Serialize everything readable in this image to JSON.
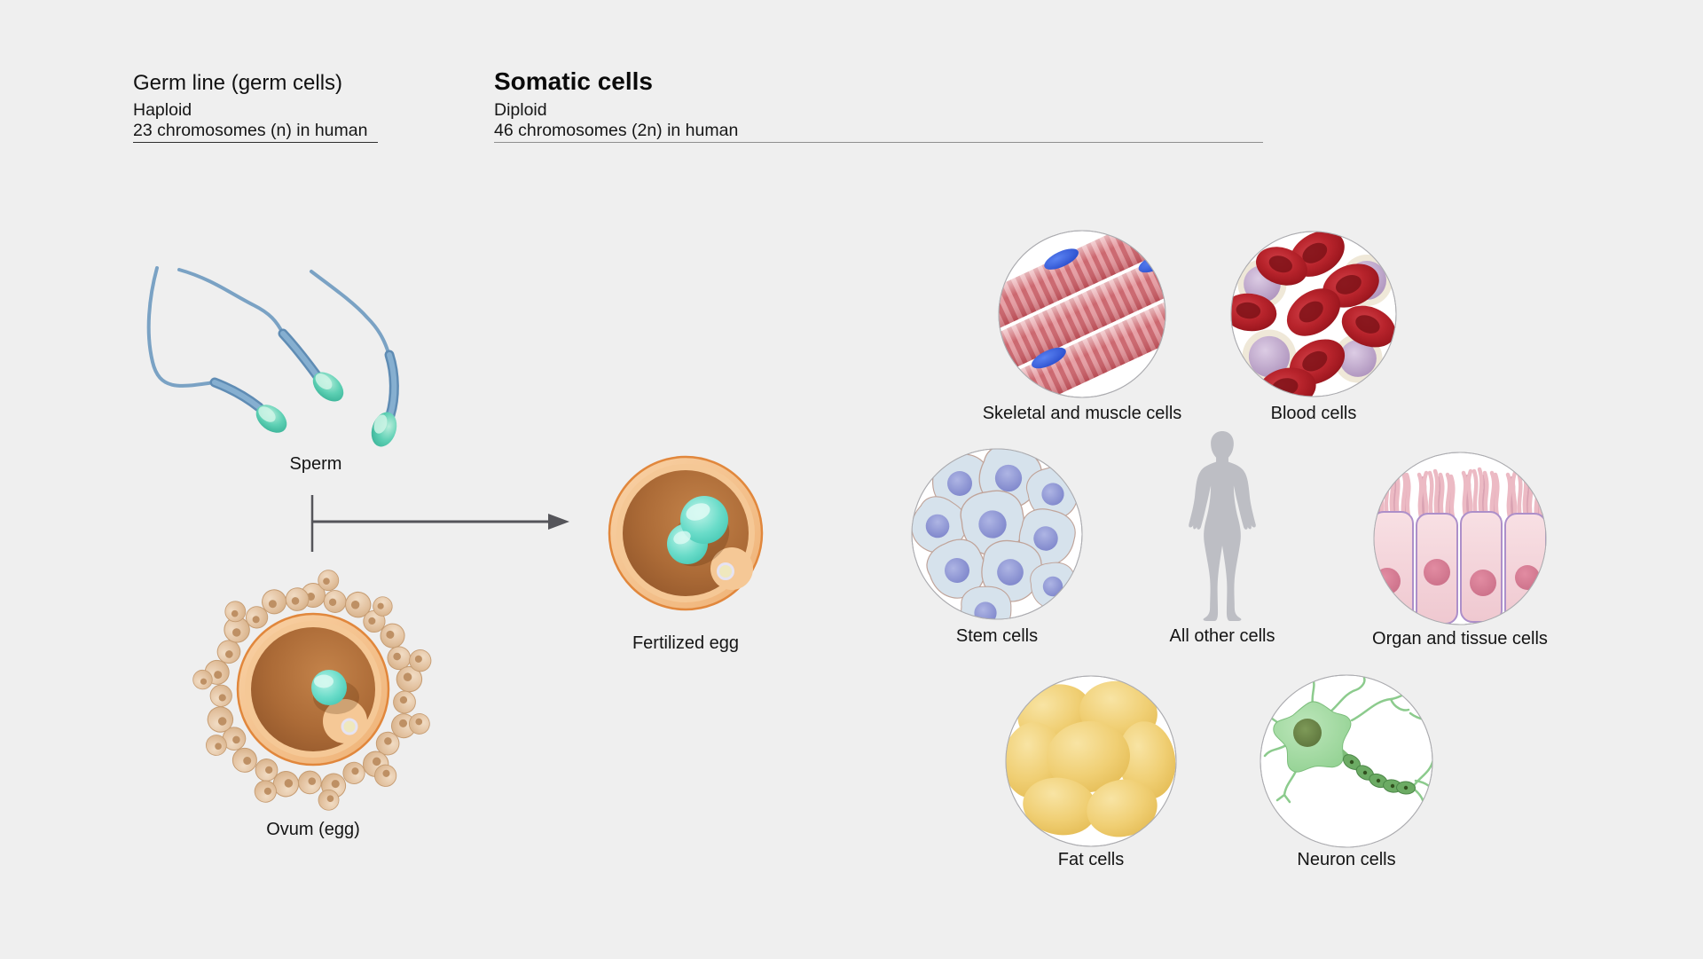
{
  "page": {
    "background": "#efefef"
  },
  "germ_line": {
    "title": "Germ line (germ cells)",
    "line1": "Haploid",
    "line2": "23 chromosomes (n) in human"
  },
  "somatic": {
    "title": "Somatic cells",
    "line1": "Diploid",
    "line2": "46 chromosomes (2n) in human"
  },
  "germ_items": {
    "sperm": "Sperm",
    "ovum": "Ovum (egg)"
  },
  "fertilized_egg_label": "Fertilized egg",
  "somatic_cells": [
    {
      "label": "Skeletal and muscle cells"
    },
    {
      "label": "Blood cells"
    },
    {
      "label": "Stem cells"
    },
    {
      "label": "All other cells"
    },
    {
      "label": "Organ and tissue cells"
    },
    {
      "label": "Fat cells"
    },
    {
      "label": "Neuron cells"
    }
  ],
  "illustrations": {
    "sperm-illustration": {
      "tail": "#7AA2C4",
      "head": "#4FC9AD"
    },
    "ovum-illustration": {
      "outer": "#F6C794",
      "cytoplasm": "#AA6A35",
      "nucleus": "#5CD8C6",
      "corona_cells": "#E3C0A0"
    },
    "fertilized-egg-illustration": {
      "outer": "#F6C794",
      "cytoplasm": "#AA6A35",
      "pronuclei": "#5CD8C6"
    },
    "muscle-cells-illustration": {
      "fiber": "#D97F87",
      "stripe": "#C25B63",
      "nucleus": "#2F55D6"
    },
    "blood-cells-illustration": {
      "red_cell": "#AC1E26",
      "white_cell": "#BCA2CA"
    },
    "stem-cells-illustration": {
      "cell": "#D6E2EC",
      "nucleus": "#8289CE"
    },
    "human-silhouette": {
      "fill": "#BDBEC4"
    },
    "organ-tissue-cells-illustration": {
      "cell": "#F5D6DC",
      "cilia": "#ECBAC4",
      "nucleus": "#D5788F"
    },
    "fat-cells-illustration": {
      "cell": "#F0CC6C"
    },
    "neuron-cells-illustration": {
      "body": "#9AD69A",
      "nucleus": "#667E45"
    },
    "arrow": {
      "color": "#55555A"
    }
  }
}
